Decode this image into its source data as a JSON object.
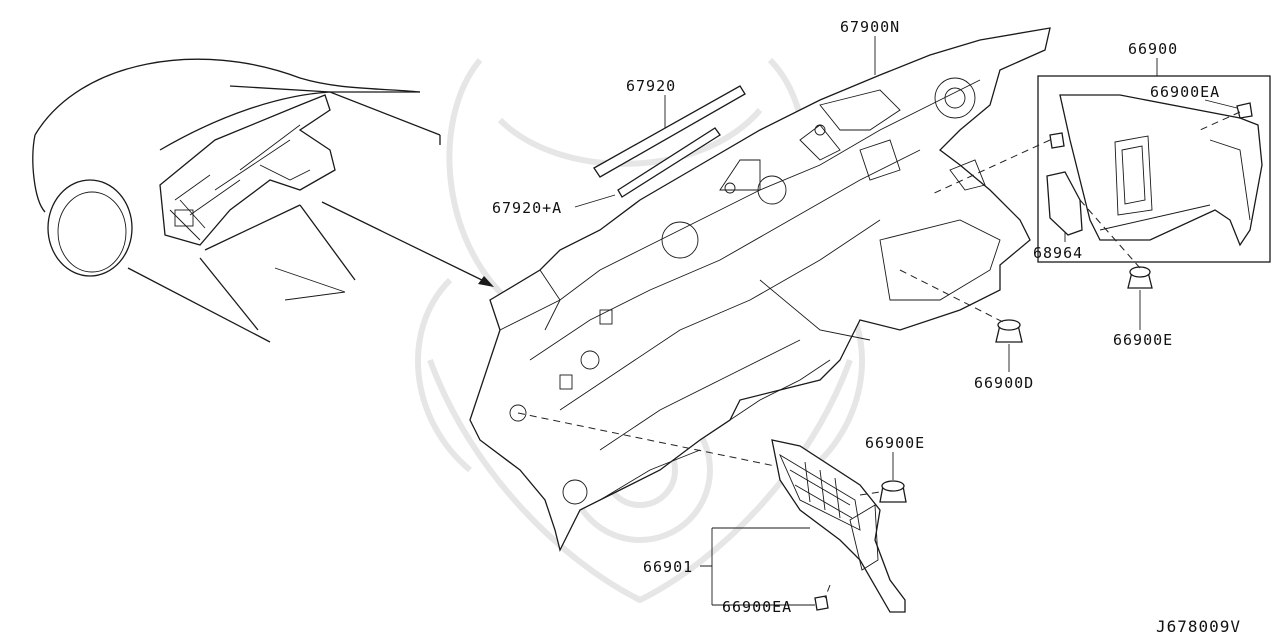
{
  "diagram_id": "J678009V",
  "labels": {
    "p67900N": "67900N",
    "p67920": "67920",
    "p67920A": "67920+A",
    "p66900": "66900",
    "p66900EA_top": "66900EA",
    "p68964": "68964",
    "p66900E_right": "66900E",
    "p66900D": "66900D",
    "p66900E_bottom": "66900E",
    "p66901": "66901",
    "p66900EA_bottom": "66900EA"
  }
}
